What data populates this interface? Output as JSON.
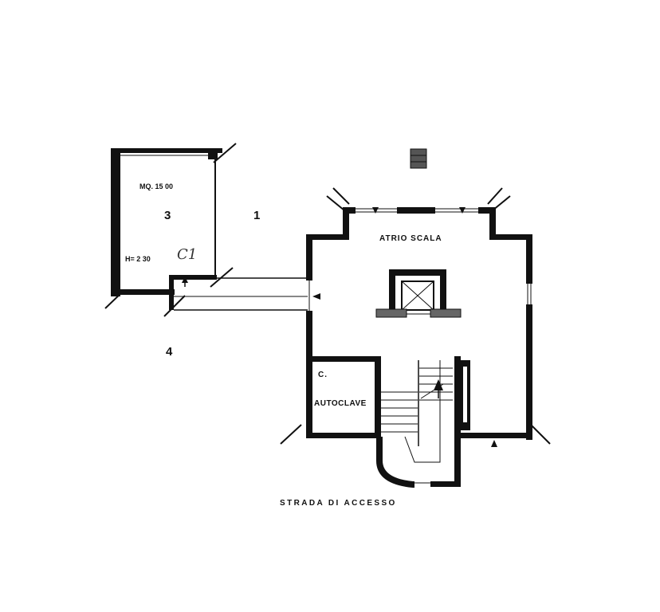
{
  "plan": {
    "rooms": {
      "room_3": {
        "area": "MQ. 15 00",
        "number": "3",
        "height": "H= 2 30",
        "annotation": "C1"
      },
      "atrio": {
        "label": "ATRIO SCALA"
      },
      "autoclave": {
        "prefix": "C.",
        "label": "AUTOCLAVE"
      }
    },
    "unit_numbers": {
      "one": "1",
      "four": "4"
    },
    "street": {
      "label": "STRADA DI ACCESSO"
    }
  }
}
